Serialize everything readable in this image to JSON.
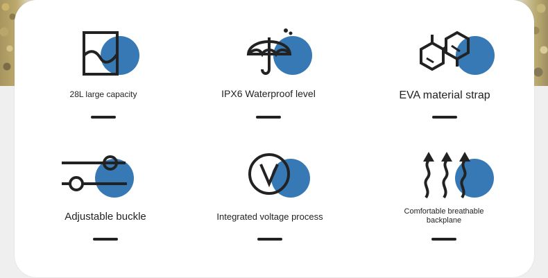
{
  "accent_color": "#3779b4",
  "stroke_color": "#222222",
  "features": [
    {
      "icon": "storage-capacity-icon",
      "label": "28L large capacity"
    },
    {
      "icon": "umbrella-icon",
      "label": "IPX6 Waterproof level"
    },
    {
      "icon": "molecule-icon",
      "label": "EVA material strap"
    },
    {
      "icon": "slider-adjust-icon",
      "label": "Adjustable buckle"
    },
    {
      "icon": "voltage-v-icon",
      "label": "Integrated voltage process"
    },
    {
      "icon": "breathable-arrows-icon",
      "label_line1": "Comfortable breathable",
      "label_line2": "backplane"
    }
  ]
}
